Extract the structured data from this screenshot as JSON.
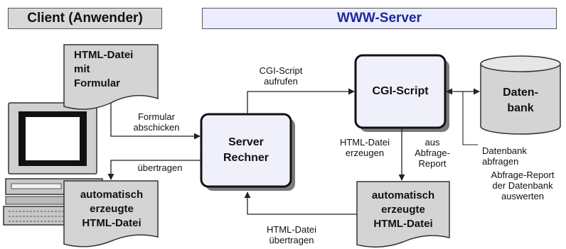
{
  "headers": {
    "client": "Client (Anwender)",
    "server": "WWW-Server"
  },
  "documents": {
    "form_doc": "HTML-Datei\nmit\nFormular",
    "auto_doc_left": "automatisch\nerzeugte\nHTML-Datei",
    "auto_doc_right": "automatisch\nerzeugte\nHTML-Datei"
  },
  "boxes": {
    "server": "Server\nRechner",
    "cgi": "CGI-Script"
  },
  "database": {
    "label": "Daten-\nbank"
  },
  "labels": {
    "formular_abschicken": "Formular\nabschicken",
    "cgi_aufrufen": "CGI-Script\naufrufen",
    "uebertragen": "übertragen",
    "html_erzeugen": "HTML-Datei\nerzeugen",
    "aus_report": "aus\nAbfrage-\nReport",
    "datenbank_abfragen": "Datenbank\nabfragen",
    "report_auswerten": "Abfrage-Report\nder Datenbank\nauswerten",
    "html_uebertragen": "HTML-Datei\nübertragen"
  }
}
